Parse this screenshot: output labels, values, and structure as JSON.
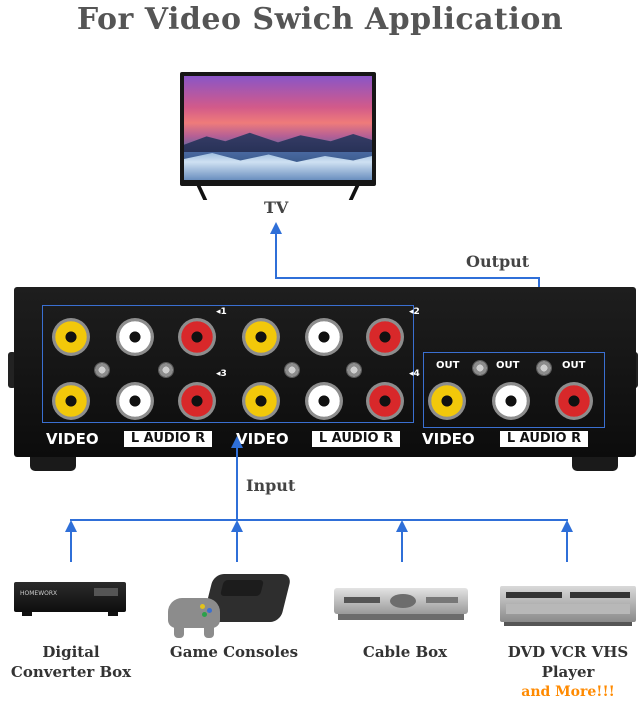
{
  "heading": "For Video Swich Application",
  "labels": {
    "tv": "TV",
    "output": "Output",
    "input": "Input"
  },
  "switch": {
    "port_marks": [
      "◂1",
      "◂2",
      "◂3",
      "◂4"
    ],
    "out_marks": [
      "OUT",
      "OUT",
      "OUT"
    ],
    "input_video": "VIDEO",
    "input_audio": "L  AUDIO  R",
    "input_video_2": "VIDEO",
    "input_audio_2": "L  AUDIO  R",
    "output_video": "VIDEO",
    "output_audio": "L  AUDIO  R",
    "jack_colors": {
      "video": "#f2c80a",
      "audio_l": "#ffffff",
      "audio_r": "#d8282a"
    }
  },
  "devices": [
    {
      "name": "digital-converter-box",
      "label_lines": [
        "Digital",
        "Converter Box"
      ],
      "brand": "HOMEWORX"
    },
    {
      "name": "game-consoles",
      "label_lines": [
        "Game Consoles"
      ]
    },
    {
      "name": "cable-box",
      "label_lines": [
        "Cable Box"
      ]
    },
    {
      "name": "dvd-vcr-player",
      "label_lines": [
        "DVD VCR VHS",
        "Player"
      ]
    }
  ],
  "more": "and More!!!",
  "colors": {
    "connector": "#2f6fd8",
    "accent": "#ff8a00",
    "heading": "#555555"
  }
}
